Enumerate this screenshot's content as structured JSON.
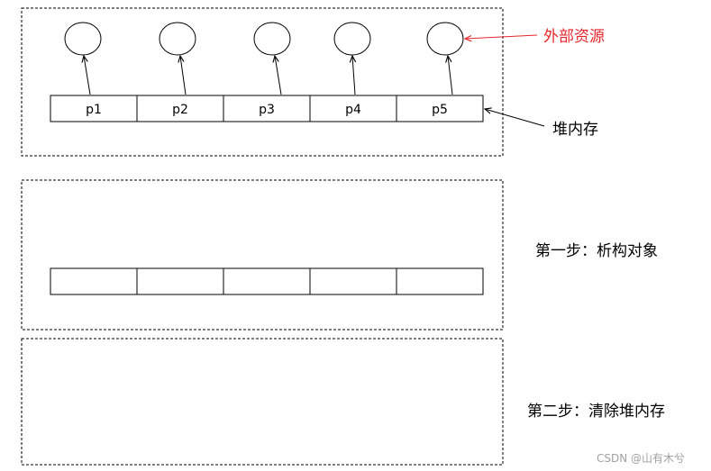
{
  "panel1": {
    "cells": [
      "p1",
      "p2",
      "p3",
      "p4",
      "p5"
    ],
    "external_label": "外部资源",
    "heap_label": "堆内存"
  },
  "panel2": {
    "cells": [
      "",
      "",
      "",
      "",
      ""
    ],
    "step_label": "第一步：析构对象"
  },
  "panel3": {
    "step_label": "第二步：清除堆内存"
  },
  "watermark": "CSDN @山有木兮",
  "colors": {
    "stroke": "#000000",
    "highlight": "#e8262b",
    "watermark": "#a0a0a0"
  }
}
